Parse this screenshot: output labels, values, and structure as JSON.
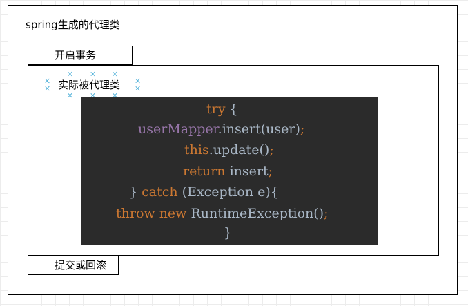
{
  "outer": {
    "title": "spring生成的代理类"
  },
  "transaction_open": {
    "label": "开启事务"
  },
  "inner": {
    "title": "实际被代理类"
  },
  "transaction_end": {
    "label": "提交或回滚"
  },
  "code": {
    "colors": {
      "background": "#2b2b2b",
      "keyword": "#cc7832",
      "field": "#9876aa",
      "default": "#a9b7c6"
    },
    "lines": [
      [
        {
          "text": "try ",
          "kind": "keyword"
        },
        {
          "text": "{",
          "kind": "default"
        }
      ],
      [
        {
          "text": "userMapper",
          "kind": "field"
        },
        {
          "text": ".insert(user)",
          "kind": "default"
        },
        {
          "text": ";",
          "kind": "keyword"
        }
      ],
      [
        {
          "text": "this",
          "kind": "keyword"
        },
        {
          "text": ".update()",
          "kind": "default"
        },
        {
          "text": ";",
          "kind": "keyword"
        }
      ],
      [
        {
          "text": "return ",
          "kind": "keyword"
        },
        {
          "text": "insert",
          "kind": "default"
        },
        {
          "text": ";",
          "kind": "keyword"
        }
      ],
      [
        {
          "text": "} ",
          "kind": "default"
        },
        {
          "text": "catch ",
          "kind": "keyword"
        },
        {
          "text": "(Exception e){",
          "kind": "default"
        }
      ],
      [
        {
          "text": "throw new ",
          "kind": "keyword"
        },
        {
          "text": "RuntimeException()",
          "kind": "default"
        },
        {
          "text": ";",
          "kind": "keyword"
        }
      ],
      [
        {
          "text": "}",
          "kind": "default"
        }
      ]
    ]
  }
}
